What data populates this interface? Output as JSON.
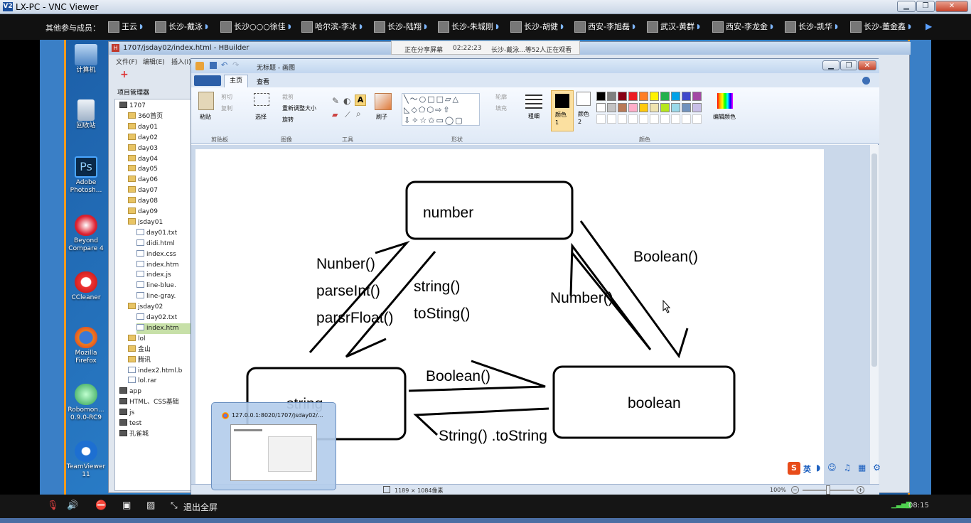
{
  "vnc": {
    "icon": "V2",
    "title": "LX-PC - VNC Viewer",
    "min": "▁",
    "max": "❐",
    "close": "✕"
  },
  "members_bar": {
    "label": "其他参与成员：",
    "members": [
      "王云",
      "长沙-戴泳",
      "长沙○○○徐佳",
      "哈尔滨-李冰",
      "长沙-陆翔",
      "长沙-朱城刚",
      "长沙-胡健",
      "西安-李旭磊",
      "武汉-黄群",
      "西安-李龙金",
      "长沙-凯华",
      "长沙-董金鑫"
    ]
  },
  "share_bar": {
    "status": "正在分享屏幕",
    "time": "02:22:23",
    "viewers": "长沙-戴泳...等52人正在观看"
  },
  "desktop_icons": [
    {
      "label": "计算机",
      "icon": "computer-icon"
    },
    {
      "label": "回收站",
      "icon": "recycle-bin-icon"
    },
    {
      "label": "Adobe Photosh...",
      "icon": "photoshop-icon"
    },
    {
      "label": "Beyond Compare 4",
      "icon": "beyond-compare-icon"
    },
    {
      "label": "CCleaner",
      "icon": "ccleaner-icon"
    },
    {
      "label": "Mozilla Firefox",
      "icon": "firefox-icon"
    },
    {
      "label": "Robomon... 0.9.0-RC9",
      "icon": "robomongo-icon"
    },
    {
      "label": "TeamViewer 11",
      "icon": "teamviewer-icon"
    }
  ],
  "hbuilder": {
    "title": "1707/jsday02/index.html - HBuilder",
    "menu": [
      "文件(F)",
      "编辑(E)",
      "插入(I)"
    ],
    "panel_title": "项目管理器",
    "tree": [
      {
        "label": "1707",
        "type": "project",
        "level": 0
      },
      {
        "label": "360首页",
        "type": "folder",
        "level": 1
      },
      {
        "label": "day01",
        "type": "folder",
        "level": 1
      },
      {
        "label": "day02",
        "type": "folder",
        "level": 1
      },
      {
        "label": "day03",
        "type": "folder",
        "level": 1
      },
      {
        "label": "day04",
        "type": "folder",
        "level": 1
      },
      {
        "label": "day05",
        "type": "folder",
        "level": 1
      },
      {
        "label": "day06",
        "type": "folder",
        "level": 1
      },
      {
        "label": "day07",
        "type": "folder",
        "level": 1
      },
      {
        "label": "day08",
        "type": "folder",
        "level": 1
      },
      {
        "label": "day09",
        "type": "folder",
        "level": 1
      },
      {
        "label": "jsday01",
        "type": "folder",
        "level": 1
      },
      {
        "label": "day01.txt",
        "type": "file",
        "level": 2
      },
      {
        "label": "didi.html",
        "type": "file",
        "level": 2
      },
      {
        "label": "index.css",
        "type": "file",
        "level": 2
      },
      {
        "label": "index.htm",
        "type": "file",
        "level": 2
      },
      {
        "label": "index.js",
        "type": "file",
        "level": 2
      },
      {
        "label": "line-blue.",
        "type": "file",
        "level": 2
      },
      {
        "label": "line-gray.",
        "type": "file",
        "level": 2
      },
      {
        "label": "jsday02",
        "type": "folder",
        "level": 1
      },
      {
        "label": "day02.txt",
        "type": "file",
        "level": 2
      },
      {
        "label": "index.htm",
        "type": "file",
        "level": 2,
        "selected": true
      },
      {
        "label": "lol",
        "type": "folder",
        "level": 1
      },
      {
        "label": "金山",
        "type": "folder",
        "level": 1
      },
      {
        "label": "腾讯",
        "type": "folder",
        "level": 1
      },
      {
        "label": "index2.html.b",
        "type": "file",
        "level": 1
      },
      {
        "label": "lol.rar",
        "type": "file",
        "level": 1
      },
      {
        "label": "app",
        "type": "project",
        "level": 0
      },
      {
        "label": "HTML、CSS基础",
        "type": "project",
        "level": 0
      },
      {
        "label": "js",
        "type": "project",
        "level": 0
      },
      {
        "label": "test",
        "type": "project",
        "level": 0
      },
      {
        "label": "孔雀城",
        "type": "project",
        "level": 0
      }
    ]
  },
  "paint": {
    "title": "无标题 - 画图",
    "tabs": [
      "主页",
      "查看"
    ],
    "groups": {
      "clipboard": "剪贴板",
      "image": "图像",
      "tools": "工具",
      "shapes": "形状",
      "colors": "颜色"
    },
    "buttons": {
      "paste": "粘贴",
      "cut": "剪切",
      "copy": "复制",
      "select": "选择",
      "crop": "裁剪",
      "resize": "重新调整大小",
      "rotate": "旋转",
      "brush": "刷子",
      "outline": "轮廓",
      "fill": "填充",
      "size": "粗细",
      "color1": "颜色 1",
      "color2": "颜色 2",
      "edit_colors": "编辑颜色"
    },
    "palette": [
      "#000000",
      "#7f7f7f",
      "#880015",
      "#ed1c24",
      "#ff7f27",
      "#fff200",
      "#22b14c",
      "#00a2e8",
      "#3f48cc",
      "#a349a4",
      "#ffffff",
      "#c3c3c3",
      "#b97a57",
      "#ffaec9",
      "#ffc90e",
      "#efe4b0",
      "#b5e61d",
      "#99d9ea",
      "#7092be",
      "#c8bfe7"
    ],
    "status_size": "1189 × 1084像素",
    "zoom": "100%"
  },
  "diagram": {
    "box_number": "number",
    "box_string": "string",
    "box_boolean": "boolean",
    "label_nunber": "Nunber()",
    "label_parseint": "parseInt()",
    "label_parsefloat": "parsrFloat()",
    "label_string": "string()",
    "label_tosting": "toSting()",
    "label_boolean_top": "Boolean()",
    "label_number_mid": "Number()",
    "label_boolean_mid": "Boolean()",
    "label_string_bottom": "String() .toString"
  },
  "thumbnail": {
    "title": "127.0.0.1:8020/1707/jsday02/..."
  },
  "ime": {
    "mode": "英"
  },
  "bottom_bar": {
    "exit_fullscreen": "退出全屏",
    "time": "08:15"
  }
}
